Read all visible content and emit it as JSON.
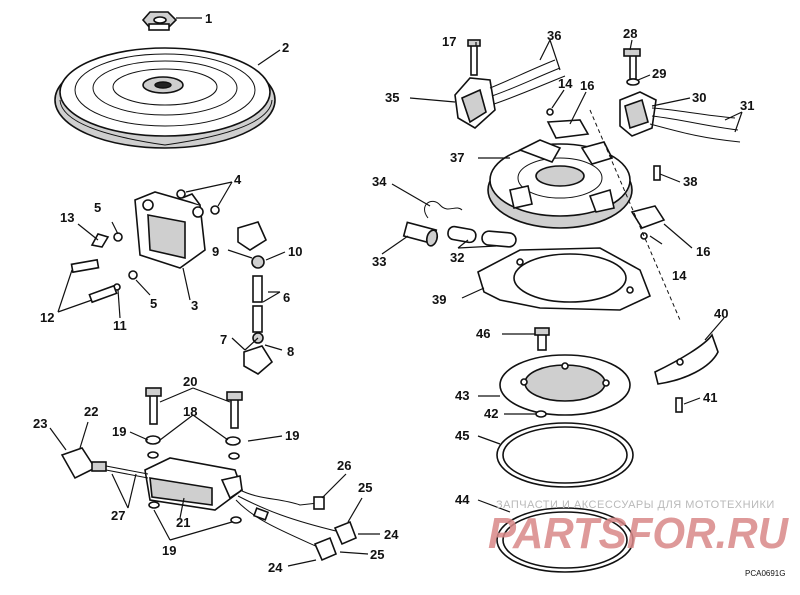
{
  "labels": [
    "1",
    "2",
    "3",
    "4",
    "5",
    "5",
    "6",
    "7",
    "8",
    "9",
    "10",
    "11",
    "12",
    "13",
    "14",
    "14",
    "16",
    "16",
    "17",
    "18",
    "19",
    "19",
    "19",
    "20",
    "21",
    "22",
    "23",
    "24",
    "24",
    "25",
    "25",
    "26",
    "27",
    "28",
    "29",
    "30",
    "31",
    "32",
    "33",
    "34",
    "35",
    "36",
    "37",
    "38",
    "39",
    "40",
    "41",
    "42",
    "43",
    "44",
    "45",
    "46"
  ],
  "watermark": {
    "tagline": "ЗАПЧАСТИ И АКСЕССУАРЫ ДЛЯ МОТОТЕХНИКИ",
    "logo": "PARTSFOR.RU"
  },
  "drawing_code": "PCA0691G"
}
